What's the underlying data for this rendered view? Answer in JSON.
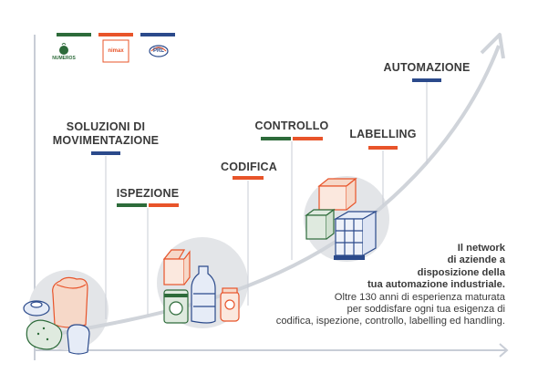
{
  "colors": {
    "green": "#2d6b3a",
    "orange": "#e8542a",
    "navy": "#2b4a8b",
    "axis_gray": "#c8cdd6",
    "circle_gray": "#e3e5e8",
    "text": "#3a3a3a"
  },
  "logos": [
    {
      "name": "numeros-logo",
      "text": "NUMEROS",
      "color": "#2d6b3a"
    },
    {
      "name": "nimax-logo",
      "text": "nimax",
      "color": "#e8542a"
    },
    {
      "name": "pml-logo",
      "text": "PRL",
      "color": "#2b4a8b"
    }
  ],
  "stages": {
    "movimentazione_line1": "SOLUZIONI DI",
    "movimentazione_line2": "MOVIMENTAZIONE",
    "ispezione": "ISPEZIONE",
    "codifica": "CODIFICA",
    "controllo": "CONTROLLO",
    "labelling": "LABELLING",
    "automazione": "AUTOMAZIONE"
  },
  "description": {
    "line1": "Il network",
    "line2": "di aziende a",
    "line3": "disposizione della",
    "line4": "tua automazione industriale.",
    "line5": "Oltre 130 anni di esperienza maturata",
    "line6": "per soddisfare ogni tua esigenza di",
    "line7": "codifica, ispezione, controllo, labelling ed handling."
  },
  "icons": [
    "food-products-icon",
    "packaging-icon",
    "pallet-boxes-icon"
  ]
}
